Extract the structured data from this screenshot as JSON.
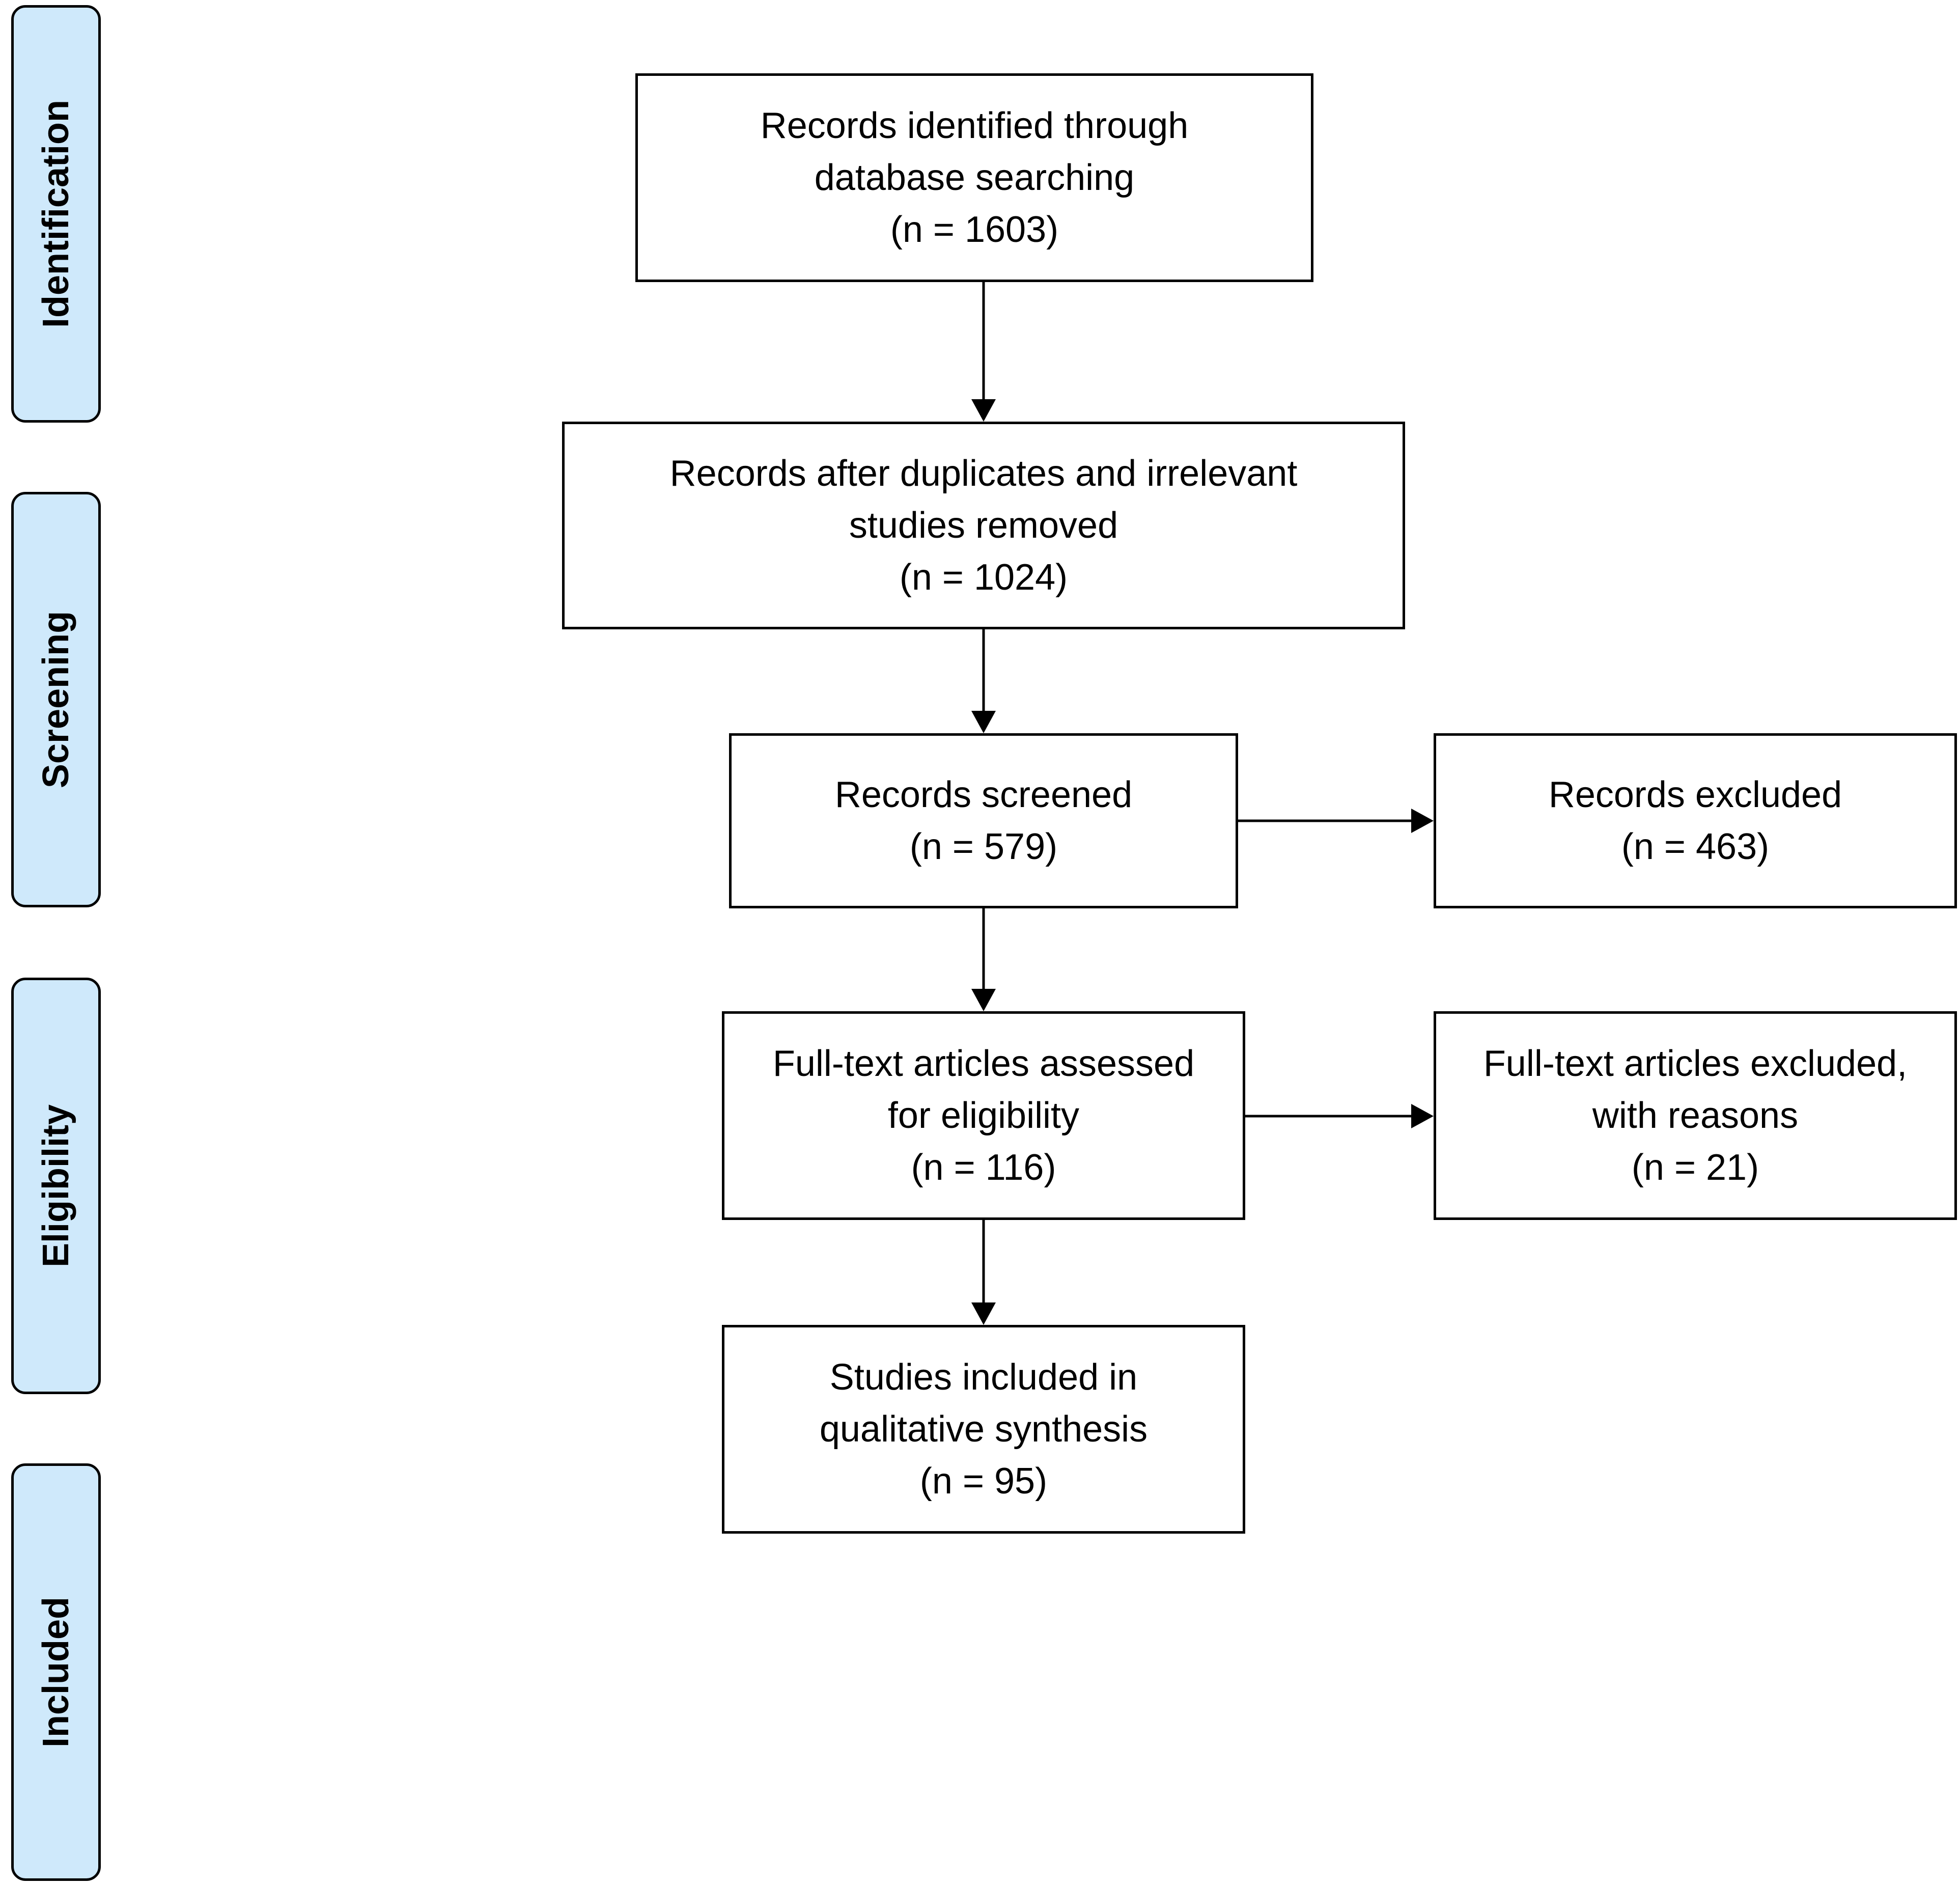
{
  "stages": {
    "identification": "Identification",
    "screening": "Screening",
    "eligibility": "Eligibility",
    "included": "Included"
  },
  "boxes": {
    "identified": {
      "line1": "Records identified through",
      "line2": "database searching",
      "count": "(n = 1603)"
    },
    "deduplicated": {
      "line1": "Records after duplicates and irrelevant",
      "line2": "studies removed",
      "count": "(n = 1024)"
    },
    "screened": {
      "line1": "Records screened",
      "count": "(n = 579)"
    },
    "excluded": {
      "line1": "Records excluded",
      "count": "(n = 463)"
    },
    "fulltext": {
      "line1": "Full-text articles assessed",
      "line2": "for eligibility",
      "count": "(n = 116)"
    },
    "fulltext_excluded": {
      "line1": "Full-text articles excluded,",
      "line2": "with reasons",
      "count": "(n =  21)"
    },
    "included": {
      "line1": "Studies included in",
      "line2": "qualitative synthesis",
      "count": "(n =  95)"
    }
  },
  "colors": {
    "stage_fill": "#cfe9fb",
    "stroke": "#000000",
    "box_fill": "#ffffff"
  }
}
